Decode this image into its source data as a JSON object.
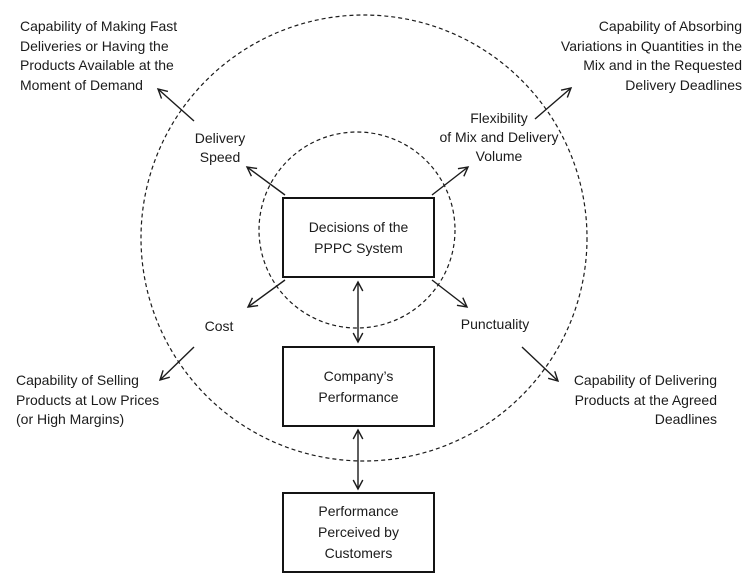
{
  "canvas": {
    "background": "#ffffff",
    "line_color": "#1b1b1b",
    "text_color": "#1b1b1b"
  },
  "captions": {
    "top_left": "Capability of Making Fast\nDeliveries or Having the\nProducts Available at the\nMoment of Demand",
    "top_right": "Capability of Absorbing\nVariations in Quantities in the\nMix and in the Requested\nDelivery Deadlines",
    "bottom_left": "Capability of Selling\nProducts at Low Prices\n(or High Margins)",
    "bottom_right": "Capability of Delivering\nProducts at the Agreed\nDeadlines"
  },
  "labels": {
    "delivery_speed": "Delivery\nSpeed",
    "flexibility": "Flexibility\nof Mix and Delivery\nVolume",
    "cost": "Cost",
    "punctuality": "Punctuality"
  },
  "boxes": {
    "decisions": "Decisions of the\nPPPC System",
    "company": "Company’s\nPerformance",
    "perceived": "Performance\nPerceived by\nCustomers"
  }
}
